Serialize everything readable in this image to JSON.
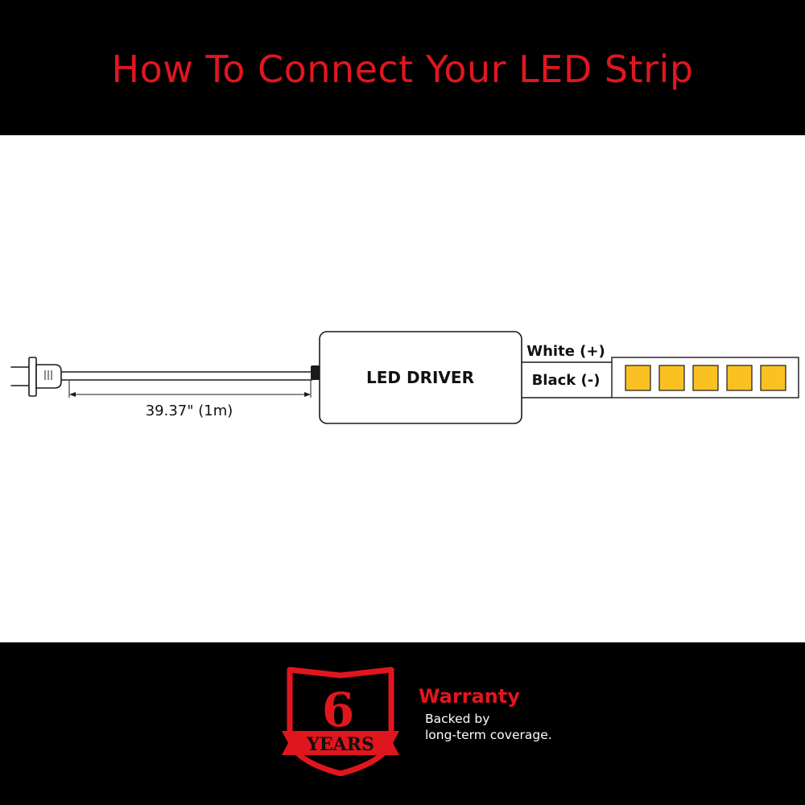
{
  "header": {
    "title": "How To Connect Your LED Strip"
  },
  "diagram": {
    "driver_label": "LED DRIVER",
    "cable_length": "39.37\" (1m)",
    "wire_positive": "White (+)",
    "wire_negative": "Black (-)",
    "led_chip_count": 5
  },
  "warranty": {
    "badge_number": "6",
    "badge_unit": "YEARS",
    "title": "Warranty",
    "line1": "Backed by",
    "line2": "long-term coverage."
  },
  "colors": {
    "accent_red": "#e0161f",
    "band_black": "#000000",
    "led_chip": "#fbc122",
    "line_stroke": "#1a1a1a"
  }
}
